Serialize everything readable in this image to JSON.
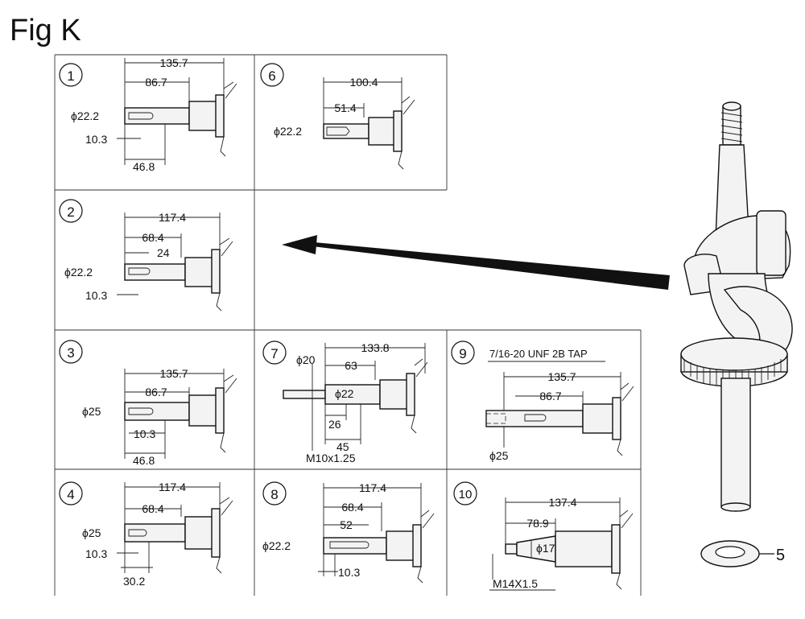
{
  "figure_title": "Fig K",
  "callout_part": "5",
  "variants": [
    {
      "id": "1",
      "dims": [
        "135.7",
        "86.7",
        "ϕ22.2",
        "10.3",
        "46.8"
      ]
    },
    {
      "id": "2",
      "dims": [
        "117.4",
        "68.4",
        "24",
        "ϕ22.2",
        "10.3"
      ]
    },
    {
      "id": "3",
      "dims": [
        "135.7",
        "86.7",
        "ϕ25",
        "10.3",
        "46.8"
      ]
    },
    {
      "id": "4",
      "dims": [
        "117.4",
        "68.4",
        "ϕ25",
        "10.3",
        "30.2"
      ]
    },
    {
      "id": "6",
      "dims": [
        "100.4",
        "51.4",
        "ϕ22.2"
      ]
    },
    {
      "id": "7",
      "dims": [
        "133.8",
        "ϕ20",
        "63",
        "ϕ22",
        "26",
        "45",
        "M10x1.25"
      ]
    },
    {
      "id": "8",
      "dims": [
        "117.4",
        "68.4",
        "52",
        "ϕ22.2",
        "10.3"
      ]
    },
    {
      "id": "9",
      "dims": [
        "7/16-20 UNF 2B TAP",
        "135.7",
        "86.7",
        "ϕ25"
      ]
    },
    {
      "id": "10",
      "dims": [
        "137.4",
        "78.9",
        "ϕ17",
        "M14X1.5"
      ]
    }
  ]
}
